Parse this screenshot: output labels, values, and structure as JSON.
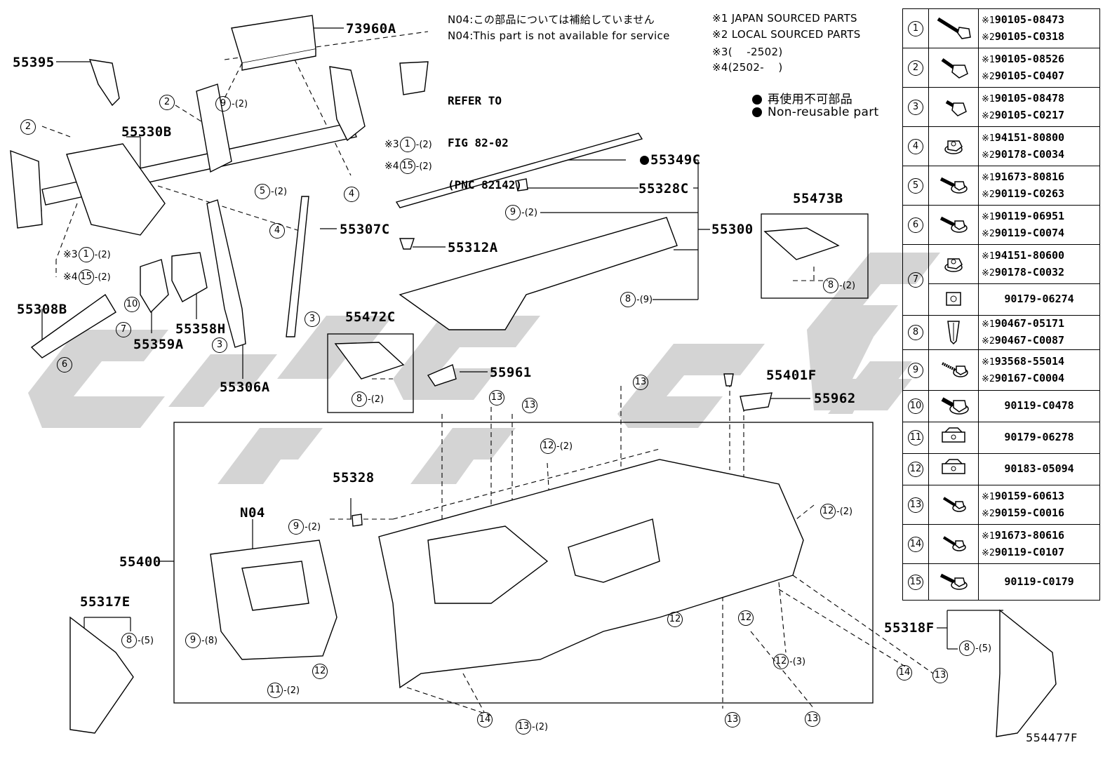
{
  "notes": {
    "n04_jp": "N04:この部品については補給していません",
    "n04_en": "N04:This part is not available for service",
    "source_1": "※1 JAPAN SOURCED PARTS",
    "source_2": "※2 LOCAL SOURCED PARTS",
    "range_3": "※3(　 -2502)",
    "range_4": "※4(2502- 　)",
    "nonreusable_jp": "再使用不可部品",
    "nonreusable_en": "Non-reusable part"
  },
  "refer": {
    "line1": "REFER TO",
    "line2": "FIG 82-02",
    "line3": "(PNC 82142)"
  },
  "parts": {
    "p73960A": "73960A",
    "p55395": "55395",
    "p55330B": "55330B",
    "p55349C": "55349C",
    "p55328C": "55328C",
    "p55307C": "55307C",
    "p55300": "55300",
    "p55312A": "55312A",
    "p55473B": "55473B",
    "p55308B": "55308B",
    "p55359A": "55359A",
    "p55358H": "55358H",
    "p55306A": "55306A",
    "p55472C": "55472C",
    "p55961": "55961",
    "p55401F": "55401F",
    "p55962": "55962",
    "p55328": "55328",
    "pN04": "N04",
    "p55400": "55400",
    "p55317E": "55317E",
    "p55318F": "55318F"
  },
  "callouts": [
    {
      "id": "c1",
      "mark": "",
      "num": "2",
      "qty": ""
    },
    {
      "id": "c2",
      "mark": "",
      "num": "2",
      "qty": ""
    },
    {
      "id": "c3",
      "mark": "",
      "num": "9",
      "qty": "-(2)"
    },
    {
      "id": "c4",
      "mark": "※3",
      "num": "1",
      "qty": "-(2)"
    },
    {
      "id": "c5",
      "mark": "※4",
      "num": "15",
      "qty": "-(2)"
    },
    {
      "id": "c6",
      "mark": "",
      "num": "5",
      "qty": "-(2)"
    },
    {
      "id": "c7",
      "mark": "",
      "num": "4",
      "qty": ""
    },
    {
      "id": "c8",
      "mark": "",
      "num": "4",
      "qty": ""
    },
    {
      "id": "c9",
      "mark": "※3",
      "num": "1",
      "qty": "-(2)"
    },
    {
      "id": "c10",
      "mark": "※4",
      "num": "15",
      "qty": "-(2)"
    },
    {
      "id": "c11",
      "mark": "",
      "num": "10",
      "qty": ""
    },
    {
      "id": "c12",
      "mark": "",
      "num": "7",
      "qty": ""
    },
    {
      "id": "c13",
      "mark": "",
      "num": "6",
      "qty": ""
    },
    {
      "id": "c14",
      "mark": "",
      "num": "3",
      "qty": ""
    },
    {
      "id": "c15",
      "mark": "",
      "num": "3",
      "qty": ""
    },
    {
      "id": "c16",
      "mark": "",
      "num": "9",
      "qty": "-(2)"
    },
    {
      "id": "c17",
      "mark": "",
      "num": "8",
      "qty": "-(9)"
    },
    {
      "id": "c18",
      "mark": "",
      "num": "8",
      "qty": "-(2)"
    },
    {
      "id": "c19",
      "mark": "",
      "num": "8",
      "qty": "-(2)"
    },
    {
      "id": "c20",
      "mark": "",
      "num": "13",
      "qty": ""
    },
    {
      "id": "c21",
      "mark": "",
      "num": "13",
      "qty": ""
    },
    {
      "id": "c22",
      "mark": "",
      "num": "13",
      "qty": ""
    },
    {
      "id": "c23",
      "mark": "",
      "num": "12",
      "qty": "-(2)"
    },
    {
      "id": "c24",
      "mark": "",
      "num": "12",
      "qty": "-(2)"
    },
    {
      "id": "c25",
      "mark": "",
      "num": "9",
      "qty": "-(2)"
    },
    {
      "id": "c26",
      "mark": "",
      "num": "9",
      "qty": "-(8)"
    },
    {
      "id": "c27",
      "mark": "",
      "num": "12",
      "qty": ""
    },
    {
      "id": "c28",
      "mark": "",
      "num": "11",
      "qty": "-(2)"
    },
    {
      "id": "c29",
      "mark": "",
      "num": "12",
      "qty": ""
    },
    {
      "id": "c30",
      "mark": "",
      "num": "12",
      "qty": ""
    },
    {
      "id": "c31",
      "mark": "",
      "num": "12",
      "qty": "-(3)"
    },
    {
      "id": "c32",
      "mark": "",
      "num": "14",
      "qty": ""
    },
    {
      "id": "c33",
      "mark": "",
      "num": "13",
      "qty": "-(2)"
    },
    {
      "id": "c34",
      "mark": "",
      "num": "13",
      "qty": ""
    },
    {
      "id": "c35",
      "mark": "",
      "num": "13",
      "qty": ""
    },
    {
      "id": "c36",
      "mark": "",
      "num": "14",
      "qty": ""
    },
    {
      "id": "c37",
      "mark": "",
      "num": "13",
      "qty": ""
    },
    {
      "id": "c38",
      "mark": "",
      "num": "8",
      "qty": "-(5)"
    },
    {
      "id": "c39",
      "mark": "",
      "num": "8",
      "qty": "-(5)"
    }
  ],
  "legend": [
    {
      "num": "1",
      "icon": "hex-flange-bolt-long-icon",
      "codes": [
        {
          "mark": "※1",
          "code": "90105-08473"
        },
        {
          "mark": "※2",
          "code": "90105-C0318"
        }
      ]
    },
    {
      "num": "2",
      "icon": "hex-flange-bolt-icon",
      "codes": [
        {
          "mark": "※1",
          "code": "90105-08526"
        },
        {
          "mark": "※2",
          "code": "90105-C0407"
        }
      ]
    },
    {
      "num": "3",
      "icon": "hex-flange-bolt-short-icon",
      "codes": [
        {
          "mark": "※1",
          "code": "90105-08478"
        },
        {
          "mark": "※2",
          "code": "90105-C0217"
        }
      ]
    },
    {
      "num": "4",
      "icon": "flange-nut-icon",
      "codes": [
        {
          "mark": "※1",
          "code": "94151-80800"
        },
        {
          "mark": "※2",
          "code": "90178-C0034"
        }
      ]
    },
    {
      "num": "5",
      "icon": "hex-washer-bolt-icon",
      "codes": [
        {
          "mark": "※1",
          "code": "91673-80816"
        },
        {
          "mark": "※2",
          "code": "90119-C0263"
        }
      ]
    },
    {
      "num": "6",
      "icon": "hex-washer-bolt-icon",
      "codes": [
        {
          "mark": "※1",
          "code": "90119-06951"
        },
        {
          "mark": "※2",
          "code": "90119-C0074"
        }
      ]
    },
    {
      "num": "7",
      "icon": "flange-nut-icon",
      "codes": [
        {
          "mark": "※1",
          "code": "94151-80600"
        },
        {
          "mark": "※2",
          "code": "90178-C0032"
        }
      ]
    },
    {
      "num": "",
      "icon": "cage-nut-icon",
      "codes": [
        {
          "mark": "",
          "code": "90179-06274"
        }
      ]
    },
    {
      "num": "8",
      "icon": "push-clip-icon",
      "codes": [
        {
          "mark": "※1",
          "code": "90467-05171"
        },
        {
          "mark": "※2",
          "code": "90467-C0087"
        }
      ]
    },
    {
      "num": "9",
      "icon": "tapping-screw-icon",
      "codes": [
        {
          "mark": "※1",
          "code": "93568-55014"
        },
        {
          "mark": "※2",
          "code": "90167-C0004"
        }
      ]
    },
    {
      "num": "10",
      "icon": "flange-bolt-large-icon",
      "codes": [
        {
          "mark": "",
          "code": "90119-C0478"
        }
      ]
    },
    {
      "num": "11",
      "icon": "u-nut-icon",
      "codes": [
        {
          "mark": "",
          "code": "90179-06278"
        }
      ]
    },
    {
      "num": "12",
      "icon": "u-nut-icon",
      "codes": [
        {
          "mark": "",
          "code": "90183-05094"
        }
      ]
    },
    {
      "num": "13",
      "icon": "hex-washer-screw-icon",
      "codes": [
        {
          "mark": "※1",
          "code": "90159-60613"
        },
        {
          "mark": "※2",
          "code": "90159-C0016"
        }
      ]
    },
    {
      "num": "14",
      "icon": "hex-washer-screw-icon",
      "codes": [
        {
          "mark": "※1",
          "code": "91673-80616"
        },
        {
          "mark": "※2",
          "code": "90119-C0107"
        }
      ]
    },
    {
      "num": "15",
      "icon": "hex-washer-bolt-icon",
      "codes": [
        {
          "mark": "",
          "code": "90119-C0179"
        }
      ]
    }
  ],
  "figure_id": "554477F"
}
